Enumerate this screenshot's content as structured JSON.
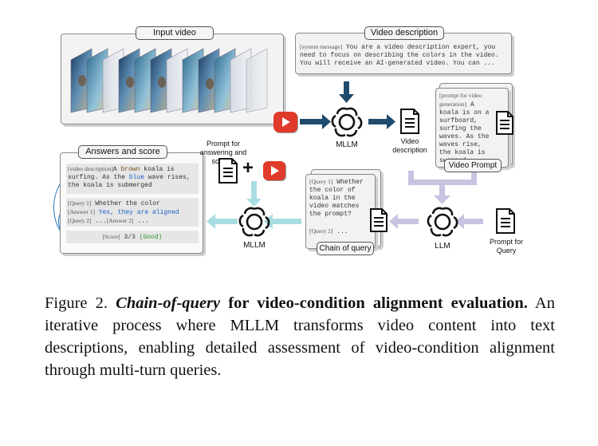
{
  "input_video": {
    "title": "Input video"
  },
  "video_description": {
    "title": "Video description",
    "system_tag": "[system message]",
    "text": "You are a video description expert, you need to focus on describing the colors in the video. You will receive an AI-generated video. You can ..."
  },
  "mllm_top": {
    "label": "MLLM"
  },
  "video_description_doc": {
    "label": "Video description"
  },
  "video_prompt": {
    "title": "Video Prompt",
    "tag": "[prompt for video generation]",
    "text": "A koala is on a surfboard, surfing the waves. As the waves rise, the koala is swamped"
  },
  "answers": {
    "title": "Answers and score",
    "desc_tag": "[video description]",
    "desc_a": "A ",
    "desc_brown": "brown",
    "desc_b": " koala is surfing. As the ",
    "desc_blue": "blue",
    "desc_c": " wave rises, the koala is submerged",
    "q1_tag": "[Query 1]",
    "q1_text": "Whether the color",
    "a1_tag": "[Answer 1]",
    "a1_text": "Yes, they are aligned",
    "q2_tag": "[Query 2]",
    "q2_text": "...",
    "a2_tag": "[Answer 2]",
    "a2_text": "...",
    "score_tag": "[Score]",
    "score_value": "3/3",
    "score_word": "(Good)"
  },
  "prompt_scoring": {
    "label": "Prompt for answering and scoring"
  },
  "mllm_bottom": {
    "label": "MLLM"
  },
  "chain_of_query": {
    "title": "Chain of query",
    "q1_tag": "[Query 1]",
    "q1_text": "Whether the color of koala in the video matches the prompt?",
    "q2_tag": "[Query 2]",
    "q2_text": "..."
  },
  "llm": {
    "label": "LLM"
  },
  "prompt_query": {
    "label": "Prompt for Query"
  },
  "caption": {
    "prefix": "Figure 2. ",
    "title_italic": "Chain-of-query",
    "title_bold": " for video-condition alignment evaluation.",
    "body": " An iterative process where MLLM transforms video content into text descriptions, enabling detailed assessment of video-condition alignment through multi-turn queries."
  },
  "colors": {
    "dark_arrow": "#1f4a6b",
    "light_arrow": "#a9dde2",
    "lavender_arrow": "#c9c2e0",
    "play_red": "#e03a2a"
  }
}
